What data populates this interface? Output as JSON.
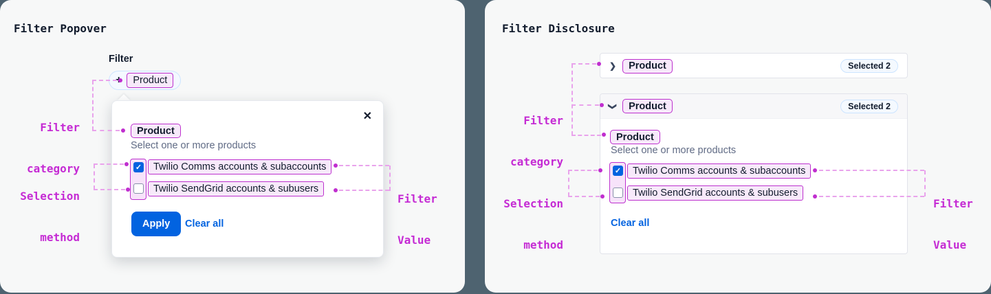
{
  "palette": {
    "background": "#4E6370",
    "card_bg": "#F7F8F8",
    "surface": "#FFFFFF",
    "text_dark": "#121C2D",
    "text_gray": "#606B85",
    "blue": "#0263E0",
    "light_blue_bg": "#F4F9FF",
    "light_blue_border": "#CCE4FF",
    "chip_pink_bg": "#F7E9FA",
    "chip_magenta_border": "#BD30CE",
    "annotation_magenta": "#C52BD4",
    "card_border": "#E1E3EA"
  },
  "icons": {
    "plus": "+",
    "close": "✕",
    "chevron_right": "❯",
    "chevron_down": "❯",
    "check": "✓"
  },
  "left_panel": {
    "title": "Filter Popover",
    "filter_label": "Filter",
    "filter_button": {
      "category_chip": "Product"
    },
    "popover": {
      "category_chip": "Product",
      "subtitle": "Select one or more products",
      "options": [
        {
          "label": "Twilio Comms accounts & subaccounts",
          "checked": true
        },
        {
          "label": "Twilio SendGrid accounts & subusers",
          "checked": false
        }
      ],
      "apply_label": "Apply",
      "clear_all_label": "Clear all"
    }
  },
  "right_panel": {
    "title": "Filter Disclosure",
    "collapsed_disclosure": {
      "category_chip": "Product",
      "selected_badge": "Selected 2"
    },
    "expanded_disclosure": {
      "category_chip": "Product",
      "selected_badge": "Selected 2",
      "panel_category_chip": "Product",
      "subtitle": "Select one or more products",
      "options": [
        {
          "label": "Twilio Comms accounts & subaccounts",
          "checked": true
        },
        {
          "label": "Twilio SendGrid accounts & subusers",
          "checked": false
        }
      ],
      "clear_all_label": "Clear all"
    }
  },
  "annotations": {
    "filter_category": {
      "line1": "Filter",
      "line2": "category"
    },
    "selection_method": {
      "line1": "Selection",
      "line2": "method"
    },
    "filter_value": {
      "line1": "Filter",
      "line2": "Value"
    }
  }
}
